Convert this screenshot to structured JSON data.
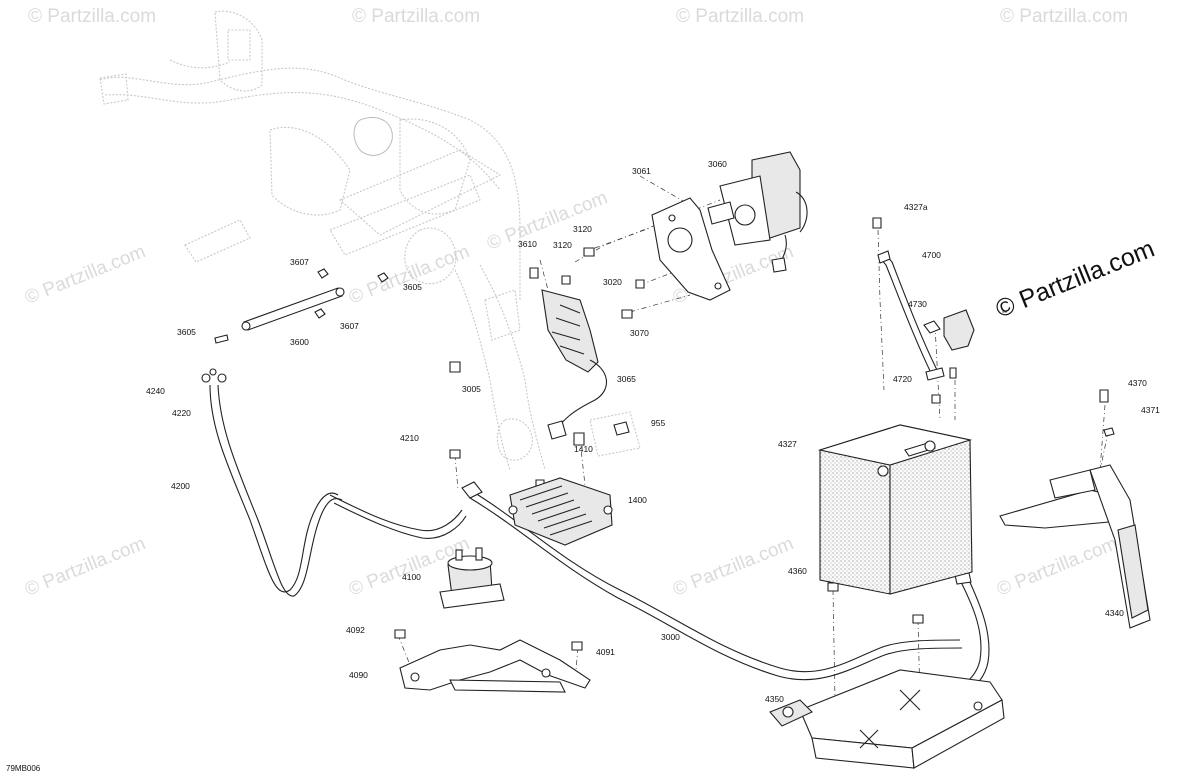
{
  "watermarks": [
    {
      "text": "© Partzilla.com"
    },
    {
      "text": "© Partzilla.com"
    },
    {
      "text": "© Partzilla.com"
    },
    {
      "text": "© Partzilla.com"
    },
    {
      "text": "© Partzilla.com"
    },
    {
      "text": "© Partzilla.com"
    },
    {
      "text": "© Partzilla.com"
    },
    {
      "text": "© Partzilla.com"
    },
    {
      "text": "© Partzilla.com"
    },
    {
      "text": "© Partzilla.com"
    },
    {
      "text": "© Partzilla.com"
    },
    {
      "text": "© Partzilla.com"
    }
  ],
  "watermark_main": "© Partzilla.com",
  "diagram_code": "79MB006",
  "callouts": [
    "3607",
    "3605",
    "3607",
    "3605",
    "3600",
    "4240",
    "4220",
    "4200",
    "3610",
    "3120",
    "3120",
    "3061",
    "3060",
    "3020",
    "3070",
    "3005",
    "3065",
    "1410",
    "955",
    "4210",
    "1400",
    "4100",
    "4092",
    "4091",
    "4090",
    "3000",
    "4327a",
    "4700",
    "4730",
    "4720",
    "4327",
    "4360",
    "4350",
    "4370",
    "4371",
    "4340"
  ]
}
